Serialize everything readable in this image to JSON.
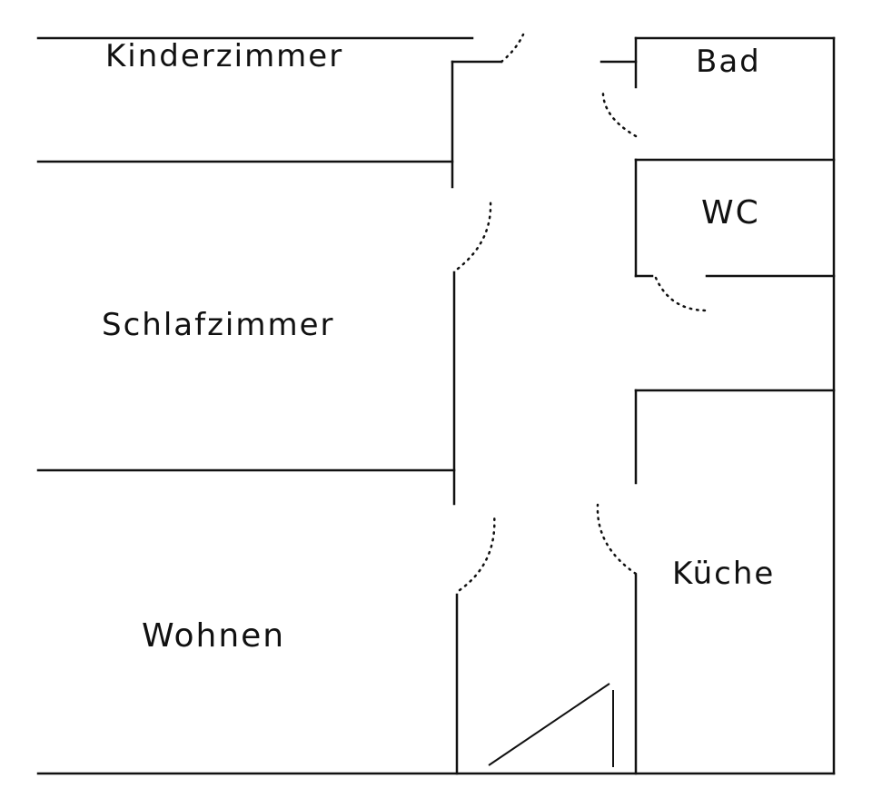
{
  "plan": {
    "line_color": "#111111",
    "background": "#ffffff",
    "rooms": {
      "kinderzimmer": "Kinderzimmer",
      "bad": "Bad",
      "wc": "WC",
      "schlafzimmer": "Schlafzimmer",
      "kueche": "Küche",
      "wohnen": "Wohnen"
    }
  }
}
